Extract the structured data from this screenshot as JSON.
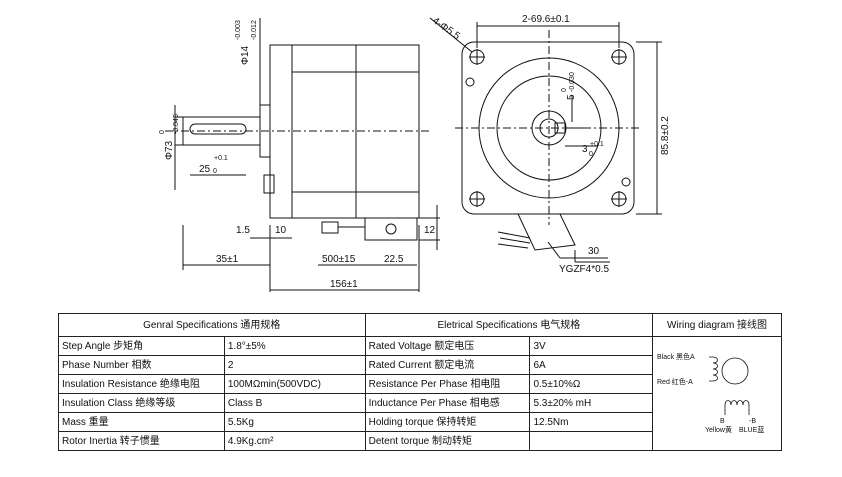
{
  "drawing": {
    "dims": {
      "shaft_dia": "Φ14",
      "shaft_tol_up": "-0.003",
      "shaft_tol_low": "-0.012",
      "boss_dia": "Φ73",
      "boss_tol_up": "0",
      "boss_tol_low": "-0.045",
      "key_len": "25",
      "key_tol_up": "+0.1",
      "key_tol_low": "0",
      "flange_step": "1.5",
      "flange_thick": "10",
      "shaft_len": "35±1",
      "cable_len": "500±15",
      "conn_len": "22.5",
      "conn_h": "12",
      "total_len": "156±1",
      "hole_spacing": "2-69.6±0.1",
      "hole_dia": "4-Φ5.5",
      "key_w": "5",
      "key_w_tol_up": "0",
      "key_w_tol_low": "-0.030",
      "key_depth": "3",
      "key_depth_tol_up": "+0.1",
      "key_depth_tol_low": "0",
      "frame_h": "85.8±0.2",
      "conn_w": "30",
      "conn_type": "YGZF4*0.5"
    }
  },
  "specs": {
    "general_header": "Genral Specifications 通用规格",
    "electrical_header": "Eletrical Specifications 电气规格",
    "wiring_header": "Wiring diagram 接线图",
    "rows": [
      {
        "g_label": "Step Angle 步矩角",
        "g_value": "1.8°±5%",
        "e_label": "Rated Voltage 额定电压",
        "e_value": "3V"
      },
      {
        "g_label": "Phase Number 相数",
        "g_value": "2",
        "e_label": "Rated Current 额定电流",
        "e_value": "6A"
      },
      {
        "g_label": "Insulation Resistance 绝缘电阻",
        "g_value": "100MΩmin(500VDC)",
        "e_label": "Resistance Per Phase 相电阻",
        "e_value": "0.5±10%Ω"
      },
      {
        "g_label": "Insulation Class 绝缘等级",
        "g_value": "Class B",
        "e_label": "Inductance Per Phase 相电感",
        "e_value": "5.3±20% mH"
      },
      {
        "g_label": "Mass 重量",
        "g_value": "5.5Kg",
        "e_label": "Holding torque 保持转矩",
        "e_value": "12.5Nm"
      },
      {
        "g_label": "Rotor Inertia 转子惯量",
        "g_value": "4.9Kg.cm²",
        "e_label": "Detent torque 制动转矩",
        "e_value": ""
      }
    ],
    "wiring": {
      "black": "Black 黑色A",
      "red": "Red 红色-A",
      "b_label": "B",
      "yellow": "Yellow黄",
      "nb_label": "-B",
      "blue": "BLUE蓝"
    }
  }
}
